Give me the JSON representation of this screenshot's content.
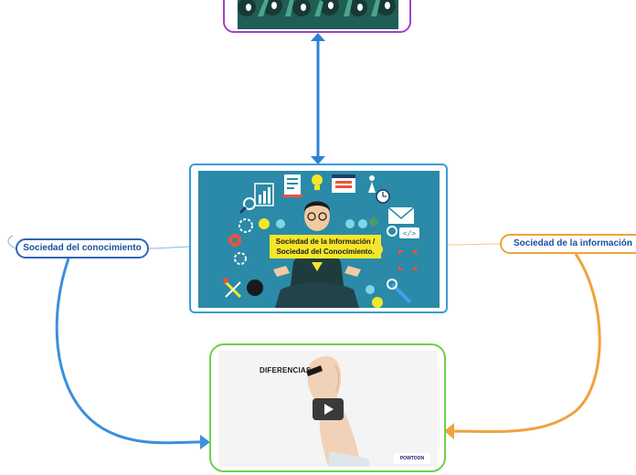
{
  "nodes": {
    "center": {
      "title": "Sociedad de la Información / Sociedad del Conocimiento."
    },
    "left": {
      "label": "Sociedad del conocimiento"
    },
    "right": {
      "label": "Sociedad de la información"
    },
    "bottom": {
      "video_text": "DIFERENCIAS",
      "brand": "POWTOON"
    }
  },
  "colors": {
    "top_border": "#a340c8",
    "center_border": "#3a9bd8",
    "left_border": "#2f66b8",
    "right_border": "#f0a23c",
    "bottom_border": "#6bd24a",
    "connector_blue": "#3d8fdc",
    "connector_orange": "#f0a23c"
  },
  "icons": [
    "play-icon",
    "gear-icon",
    "mail-icon",
    "lightbulb-icon",
    "clock-icon",
    "wrench-icon",
    "code-icon",
    "chart-icon"
  ]
}
